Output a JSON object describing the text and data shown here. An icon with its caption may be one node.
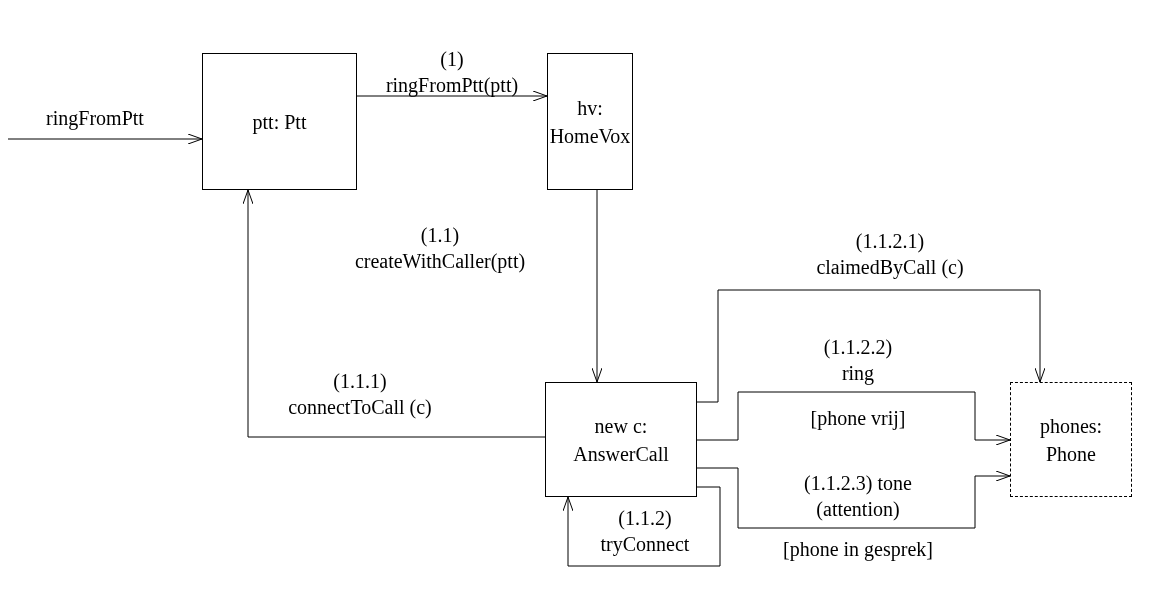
{
  "diagram": {
    "nodes": [
      {
        "text": [
          "ptt: Ptt"
        ]
      },
      {
        "text": [
          "hv: HomeVox"
        ]
      },
      {
        "text": [
          "new c: AnswerCall"
        ]
      },
      {
        "text": [
          "phones: Phone"
        ]
      }
    ],
    "edges": [
      {
        "from": null,
        "to": 0,
        "arrow": "to",
        "label": "ringFromPtt"
      },
      {
        "from": 0,
        "to": 1,
        "arrow": "to",
        "label": "(1) ringFromPtt(ptt)"
      },
      {
        "from": 1,
        "to": 2,
        "arrow": "to",
        "label": "(1.1) createWithCaller(ptt)"
      },
      {
        "from": 2,
        "to": 0,
        "arrow": "to",
        "label": "(1.1.1) connectToCall (c)"
      },
      {
        "from": 2,
        "to": 2,
        "arrow": "to",
        "label": "(1.1.2) tryConnect"
      },
      {
        "from": 2,
        "to": 3,
        "arrow": "to",
        "label": "(1.1.2.1) claimedByCall (c)"
      },
      {
        "from": 2,
        "to": 3,
        "arrow": "to",
        "label": "(1.1.2.2) ring"
      },
      {
        "from": 2,
        "to": 3,
        "arrow": "to",
        "label": "(1.1.2.3) tone (attention)"
      }
    ],
    "labels": [
      "[phone vrij]",
      "[phone in gesprek]"
    ]
  }
}
